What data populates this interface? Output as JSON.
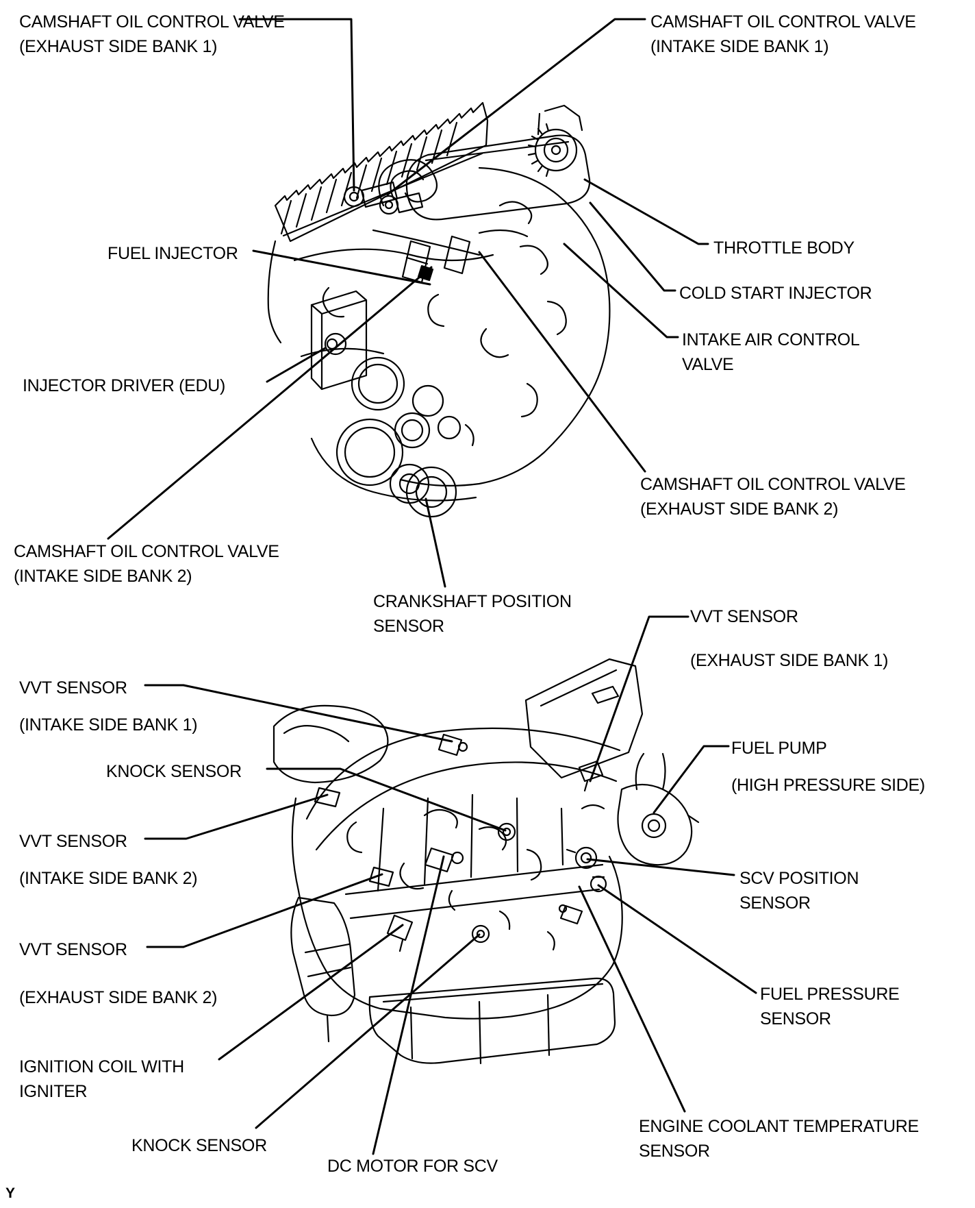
{
  "page": {
    "corner_mark": "Y",
    "ink_color": "#000000",
    "paper_color": "#ffffff"
  },
  "top_figure": {
    "labels": {
      "cocv_exhaust_b1": {
        "l1": "CAMSHAFT OIL CONTROL VALVE",
        "l2": "(EXHAUST SIDE BANK 1)"
      },
      "cocv_intake_b1": {
        "l1": "CAMSHAFT OIL CONTROL VALVE",
        "l2": "(INTAKE SIDE BANK 1)"
      },
      "fuel_injector": {
        "l1": "FUEL INJECTOR"
      },
      "throttle_body": {
        "l1": "THROTTLE BODY"
      },
      "cold_start_injector": {
        "l1": "COLD START INJECTOR"
      },
      "intake_air_control_valve": {
        "l1": "INTAKE AIR CONTROL",
        "l2": "VALVE"
      },
      "injector_driver_edu": {
        "l1": "INJECTOR DRIVER (EDU)"
      },
      "cocv_exhaust_b2": {
        "l1": "CAMSHAFT OIL CONTROL VALVE",
        "l2": "(EXHAUST SIDE BANK 2)"
      },
      "cocv_intake_b2": {
        "l1": "CAMSHAFT OIL CONTROL VALVE",
        "l2": "(INTAKE SIDE BANK 2)"
      },
      "crankshaft_position_sensor": {
        "l1": "CRANKSHAFT POSITION",
        "l2": "SENSOR"
      }
    }
  },
  "bottom_figure": {
    "labels": {
      "vvt_exhaust_b1": {
        "l1": "VVT SENSOR",
        "l2": "(EXHAUST SIDE BANK 1)"
      },
      "vvt_intake_b1": {
        "l1": "VVT SENSOR",
        "l2": "(INTAKE SIDE BANK 1)"
      },
      "knock_sensor_1": {
        "l1": "KNOCK SENSOR"
      },
      "fuel_pump": {
        "l1": "FUEL PUMP",
        "l2": "(HIGH PRESSURE SIDE)"
      },
      "vvt_intake_b2": {
        "l1": "VVT SENSOR",
        "l2": "(INTAKE SIDE BANK 2)"
      },
      "scv_position_sensor": {
        "l1": "SCV POSITION",
        "l2": "SENSOR"
      },
      "vvt_exhaust_b2": {
        "l1": "VVT SENSOR",
        "l2": "(EXHAUST SIDE BANK 2)"
      },
      "fuel_pressure_sensor": {
        "l1": "FUEL PRESSURE",
        "l2": "SENSOR"
      },
      "ignition_coil_with_igniter": {
        "l1": "IGNITION COIL WITH",
        "l2": "IGNITER"
      },
      "knock_sensor_2": {
        "l1": "KNOCK SENSOR"
      },
      "dc_motor_for_scv": {
        "l1": "DC MOTOR FOR SCV"
      },
      "engine_coolant_temp_sensor": {
        "l1": "ENGINE COOLANT TEMPERATURE",
        "l2": "SENSOR"
      }
    }
  }
}
